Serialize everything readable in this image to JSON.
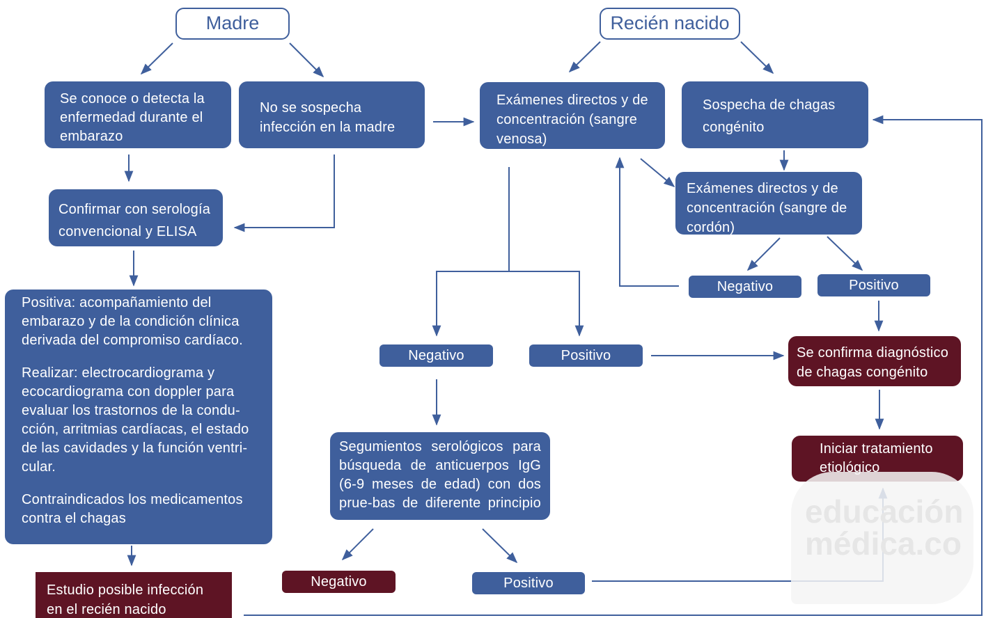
{
  "headers": {
    "madre": "Madre",
    "recien_nacido": "Recién nacido"
  },
  "madre": {
    "conoce": "Se conoce o detecta la enfermedad durante el embarazo",
    "no_sospecha": "No se sospecha infección en la madre",
    "confirmar": "Confirmar con serología convencional y ELISA",
    "positiva_p1": "Positiva: acompañamiento del embarazo y de la condición clínica derivada del compromiso cardíaco.",
    "positiva_p2": "Realizar: electrocardiograma y ecocardiograma con doppler para evaluar los trastornos de la condu-cción, arritmias cardíacas, el estado de las cavidades y la función ventri-cular.",
    "positiva_p3": "Contraindicados los medicamentos contra el chagas",
    "estudio": "Estudio posible infección en el recién nacido"
  },
  "recien": {
    "examenes_venosa": "Exámenes directos y de concentración (sangre venosa)",
    "sospecha": "Sospecha de chagas congénito",
    "examenes_cordon": "Exámenes directos y de concentración (sangre de cordón)",
    "negativo": "Negativo",
    "positivo": "Positivo",
    "seguimientos": "Segumientos serológicos para búsqueda de anticuerpos IgG (6-9 meses de edad) con dos prue-bas de diferente principio",
    "confirma": "Se confirma diagnóstico de chagas congénito",
    "tratamiento": "Iniciar tratamiento etiológico"
  },
  "watermark": {
    "line1": "educación",
    "line2": "médica.co"
  },
  "colors": {
    "box_blue": "#3f5f9c",
    "box_dark": "#5e1424",
    "arrow": "#3f5f9c"
  }
}
